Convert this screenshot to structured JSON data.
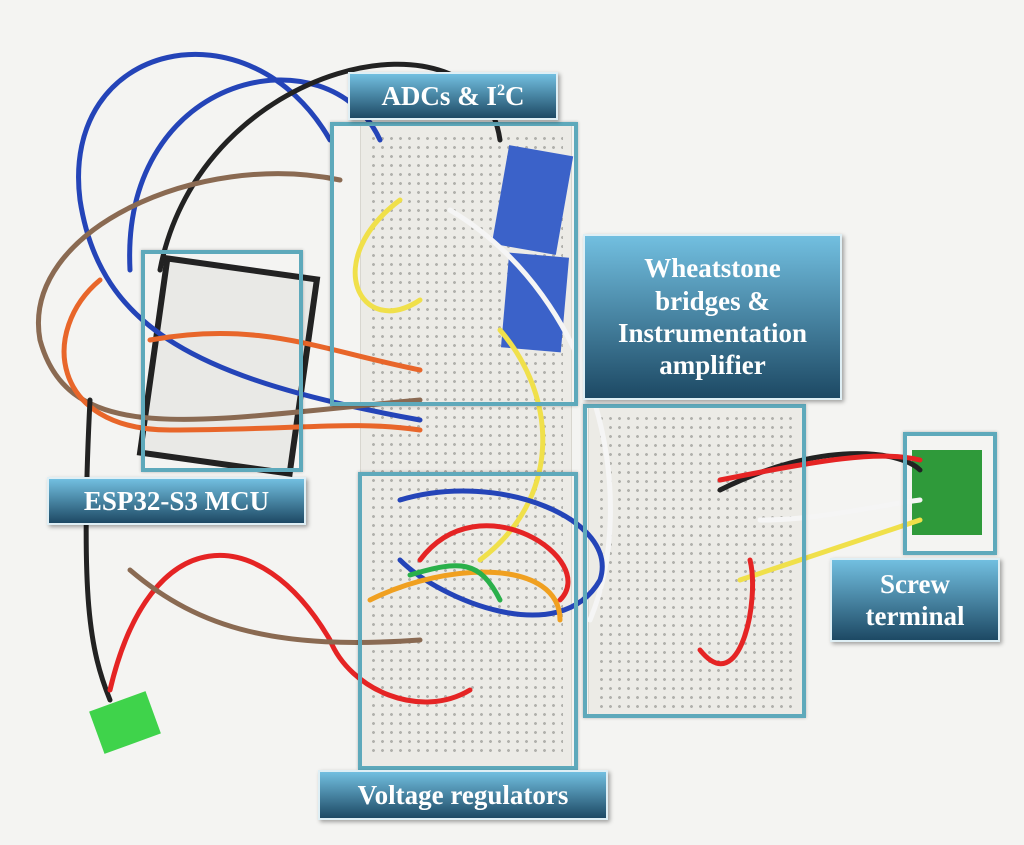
{
  "labels": {
    "adcs": {
      "text": "ADCs & I",
      "sup": "2",
      "suffix": "C"
    },
    "wheatstone": {
      "line1": "Wheatstone",
      "line2": "bridges &",
      "line3": "Instrumentation",
      "line4": "amplifier"
    },
    "esp32": {
      "text": "ESP32-S3 MCU"
    },
    "screw": {
      "line1": "Screw",
      "line2": "terminal"
    },
    "regulators": {
      "text": "Voltage regulators"
    }
  },
  "colors": {
    "label_top": "#72bfe0",
    "label_bottom": "#1d4964",
    "outline": "#5ea9bb"
  }
}
